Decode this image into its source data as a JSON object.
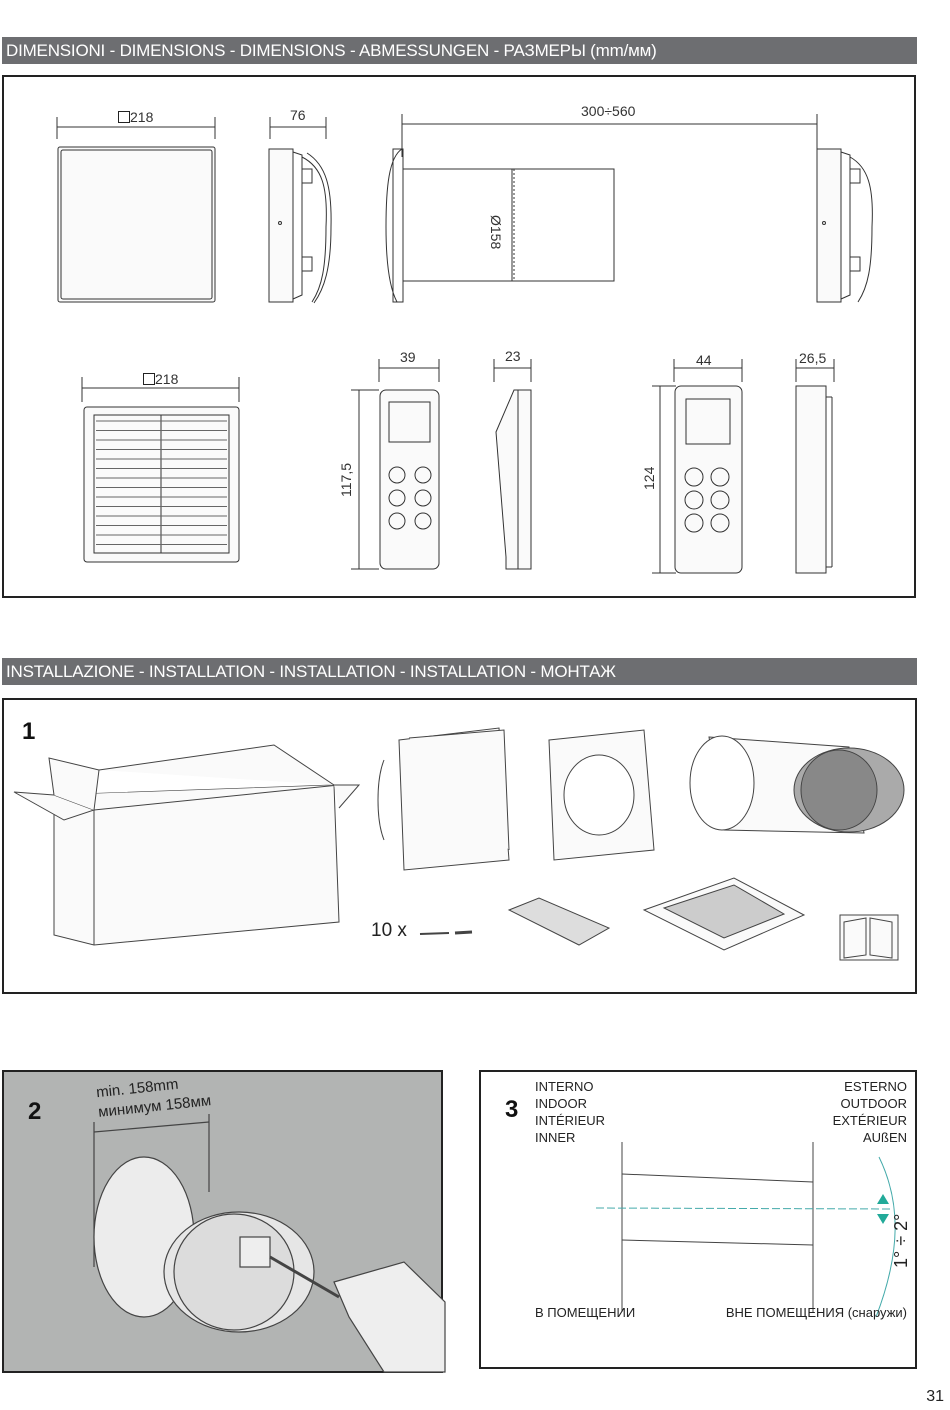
{
  "sections": {
    "dimensions_title": "DIMENSIONI - DIMENSIONS - DIMENSIONS - ABMESSUNGEN - РАЗМЕРЫ (mm/мм)",
    "installation_title": "INSTALLAZIONE - INSTALLATION - INSTALLATION - INSTALLATION - МОНТАЖ"
  },
  "dimensions": {
    "front_width": "218",
    "side_depth": "76",
    "tube_length": "300÷560",
    "tube_diameter": "Ø158",
    "grille_width": "218",
    "remote1_width": "39",
    "remote1_depth": "23",
    "remote1_height": "117,5",
    "remote2_width": "44",
    "remote2_depth": "26,5",
    "remote2_height": "124"
  },
  "step1": {
    "number": "1",
    "screws_label": "10 x"
  },
  "step2": {
    "number": "2",
    "min_label": "min. 158mm",
    "min_label_ru": "минимум 158мм"
  },
  "step3": {
    "number": "3",
    "indoor": [
      "INTERNO",
      "INDOOR",
      "INTÉRIEUR",
      "INNER"
    ],
    "outdoor": [
      "ESTERNO",
      "OUTDOOR",
      "EXTÉRIEUR",
      "AUßEN"
    ],
    "indoor_ru": "В ПОМЕЩЕНИИ",
    "outdoor_ru": "ВНЕ ПОМЕЩЕНИЯ (снаружи)",
    "angle": "1° ÷ 2°"
  },
  "page_number": "31"
}
